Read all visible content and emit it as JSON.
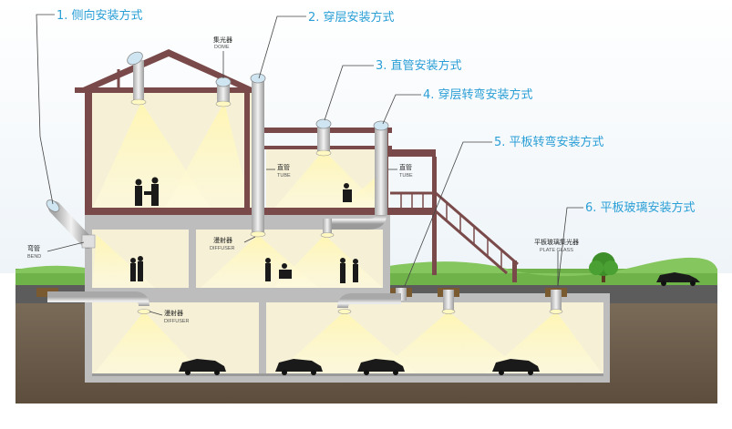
{
  "callouts": {
    "c1": "1. 侧向安装方式",
    "c2": "2. 穿层安装方式",
    "c3": "3. 直管安装方式",
    "c4": "4. 穿层转弯安装方式",
    "c5": "5. 平板转弯安装方式",
    "c6": "6. 平板玻璃安装方式"
  },
  "labels": {
    "dome_cn": "集光器",
    "dome_en": "DOME",
    "tube_cn": "直管",
    "tube_en": "TUBE",
    "bend_cn": "弯管",
    "bend_en": "BEND",
    "diffuser_cn": "漫射器",
    "diffuser_en": "DIFFUSER",
    "plate_cn": "平板玻璃集光器",
    "plate_en": "PLATE GLASS"
  },
  "colors": {
    "callout": "#2a9fd6",
    "frame": "#7a4a4a",
    "light": "#fff3a8",
    "soil": "#6b5a48",
    "grass": "#5aa03c",
    "road": "#555555",
    "concrete": "#cfcfcf",
    "tube": "#d8d8d8"
  }
}
